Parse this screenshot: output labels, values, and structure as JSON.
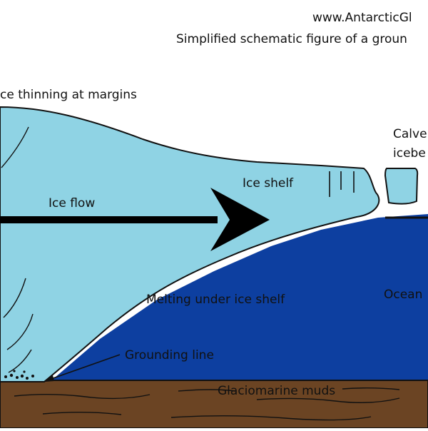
{
  "header": {
    "website": "www.AntarcticGl",
    "caption": "Simplified schematic figure of a groun"
  },
  "labels": {
    "thinning": "ce thinning at margins",
    "calved_1": "Calve",
    "calved_2": "icebe",
    "ice_shelf": "Ice shelf",
    "ice_flow": "Ice flow",
    "melting": "Melting under ice shelf",
    "ocean": "Ocean",
    "grounding_line": "Grounding line",
    "muds": "Glaciomarine muds"
  },
  "colors": {
    "ice": "#8fd3e4",
    "ocean": "#0d3fa0",
    "bed": "#6b4423",
    "outline": "#111111"
  }
}
